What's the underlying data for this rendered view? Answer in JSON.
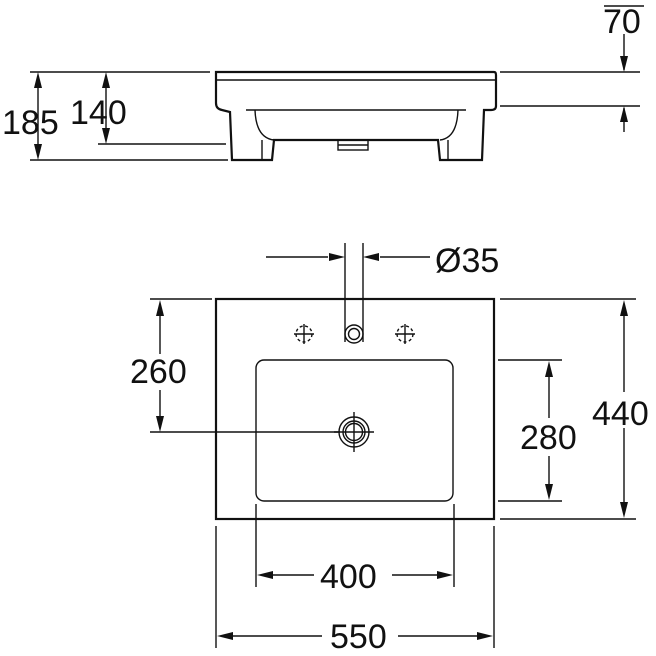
{
  "side_view": {
    "dim_overall_height": "185",
    "dim_basin_height": "140",
    "dim_rim": "70"
  },
  "plan_view": {
    "dim_tap_hole": "Ø35",
    "dim_to_waste": "260",
    "dim_basin_depth": "280",
    "dim_total_depth": "440",
    "dim_basin_width": "400",
    "dim_total_width": "550"
  }
}
